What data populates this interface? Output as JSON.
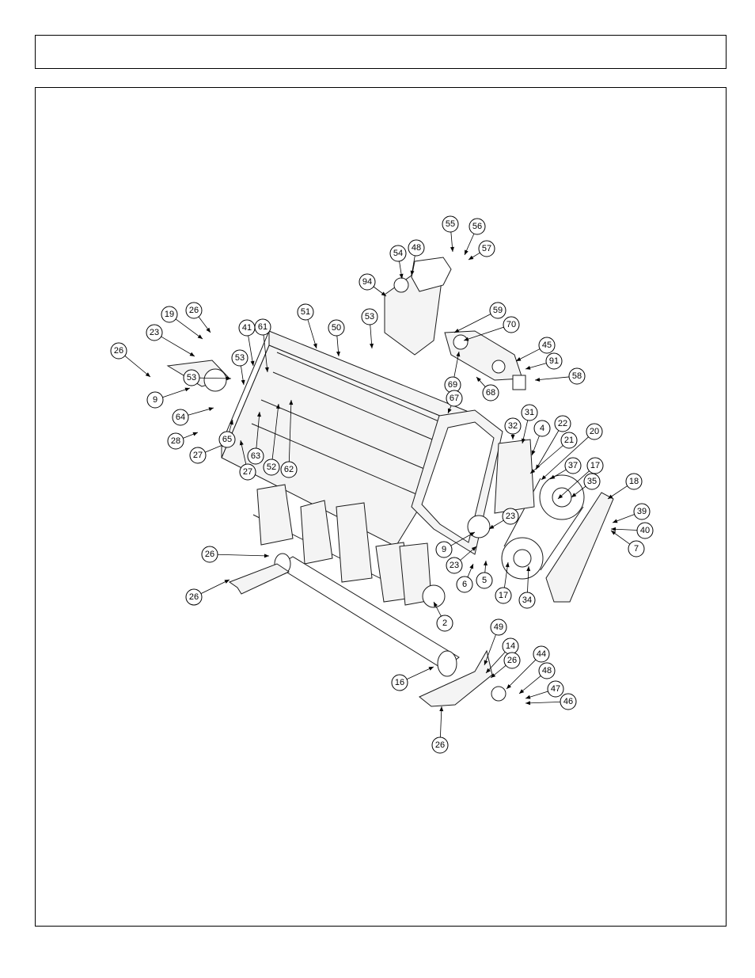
{
  "callouts": [
    {
      "label": "55"
    },
    {
      "label": "56"
    },
    {
      "label": "57"
    },
    {
      "label": "54"
    },
    {
      "label": "48"
    },
    {
      "label": "94"
    },
    {
      "label": "59"
    },
    {
      "label": "70"
    },
    {
      "label": "51"
    },
    {
      "label": "50"
    },
    {
      "label": "53"
    },
    {
      "label": "19"
    },
    {
      "label": "26"
    },
    {
      "label": "23"
    },
    {
      "label": "26"
    },
    {
      "label": "45"
    },
    {
      "label": "91"
    },
    {
      "label": "58"
    },
    {
      "label": "69"
    },
    {
      "label": "68"
    },
    {
      "label": "41"
    },
    {
      "label": "61"
    },
    {
      "label": "9"
    },
    {
      "label": "53"
    },
    {
      "label": "53"
    },
    {
      "label": "67"
    },
    {
      "label": "64"
    },
    {
      "label": "28"
    },
    {
      "label": "27"
    },
    {
      "label": "65"
    },
    {
      "label": "63"
    },
    {
      "label": "27"
    },
    {
      "label": "52"
    },
    {
      "label": "62"
    },
    {
      "label": "31"
    },
    {
      "label": "32"
    },
    {
      "label": "4"
    },
    {
      "label": "22"
    },
    {
      "label": "21"
    },
    {
      "label": "20"
    },
    {
      "label": "37"
    },
    {
      "label": "17"
    },
    {
      "label": "35"
    },
    {
      "label": "18"
    },
    {
      "label": "39"
    },
    {
      "label": "40"
    },
    {
      "label": "7"
    },
    {
      "label": "23"
    },
    {
      "label": "9"
    },
    {
      "label": "23"
    },
    {
      "label": "6"
    },
    {
      "label": "5"
    },
    {
      "label": "17"
    },
    {
      "label": "34"
    },
    {
      "label": "26"
    },
    {
      "label": "26"
    },
    {
      "label": "2"
    },
    {
      "label": "49"
    },
    {
      "label": "14"
    },
    {
      "label": "26"
    },
    {
      "label": "44"
    },
    {
      "label": "48"
    },
    {
      "label": "47"
    },
    {
      "label": "46"
    },
    {
      "label": "16"
    },
    {
      "label": "26"
    }
  ]
}
